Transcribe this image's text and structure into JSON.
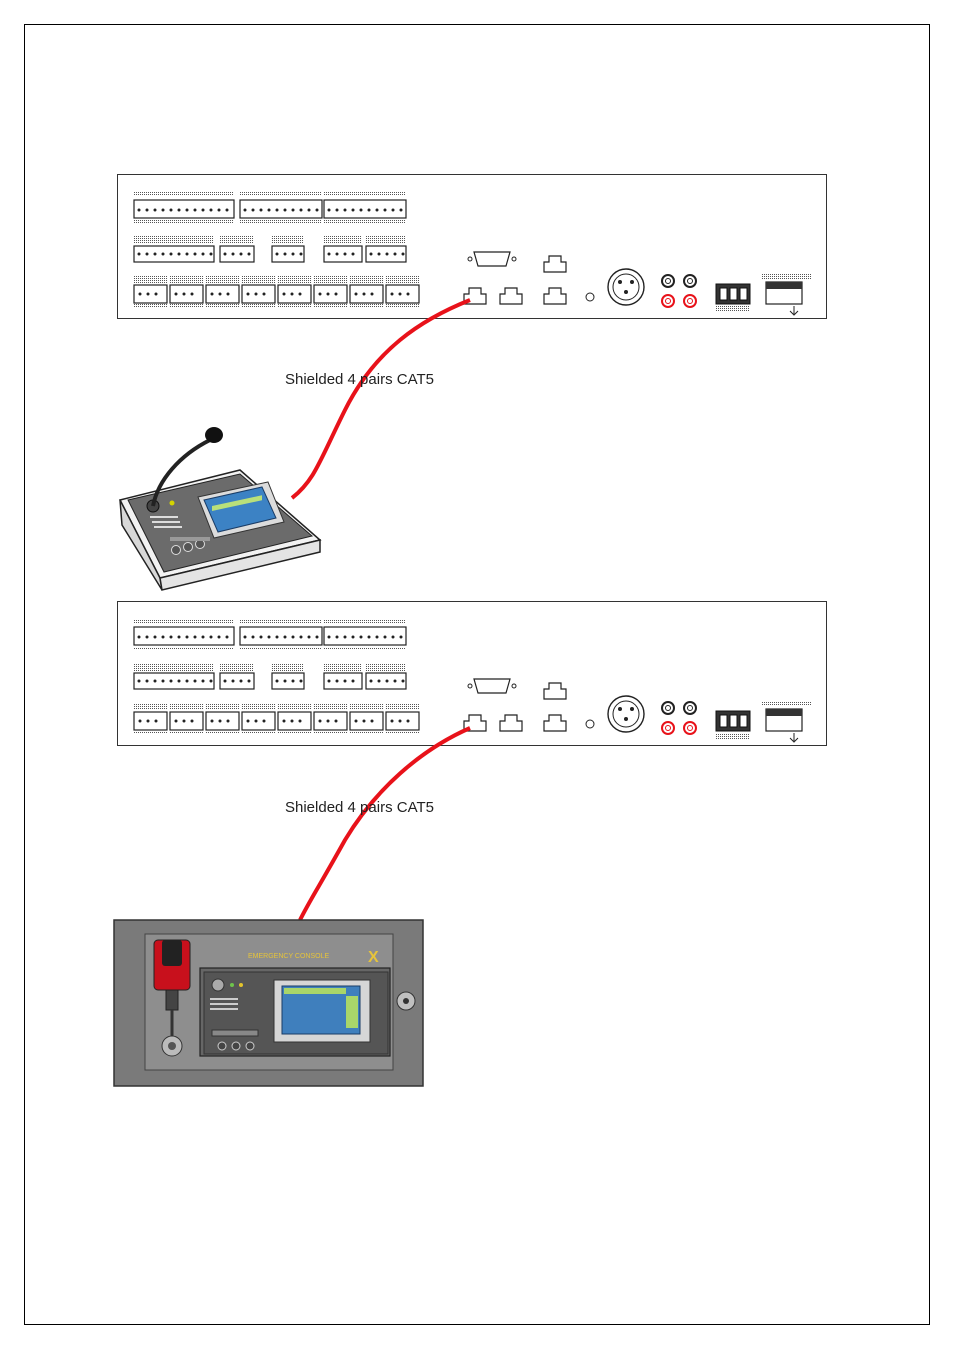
{
  "diagram": {
    "connections": [
      {
        "label": "Shielded 4 pairs CAT5",
        "from": "rear-panel-1",
        "to": "desktop-console"
      },
      {
        "label": "Shielded 4 pairs CAT5",
        "from": "rear-panel-2",
        "to": "wall-mount-console"
      }
    ],
    "colors": {
      "cable": "#e8121a",
      "panel_stroke": "#333333",
      "wall_box": "#7d7d7d",
      "screen": "#2a6fb0",
      "mic_red": "#c8101c"
    },
    "wall_console_brand": "EMERGENCY CONSOLE"
  }
}
